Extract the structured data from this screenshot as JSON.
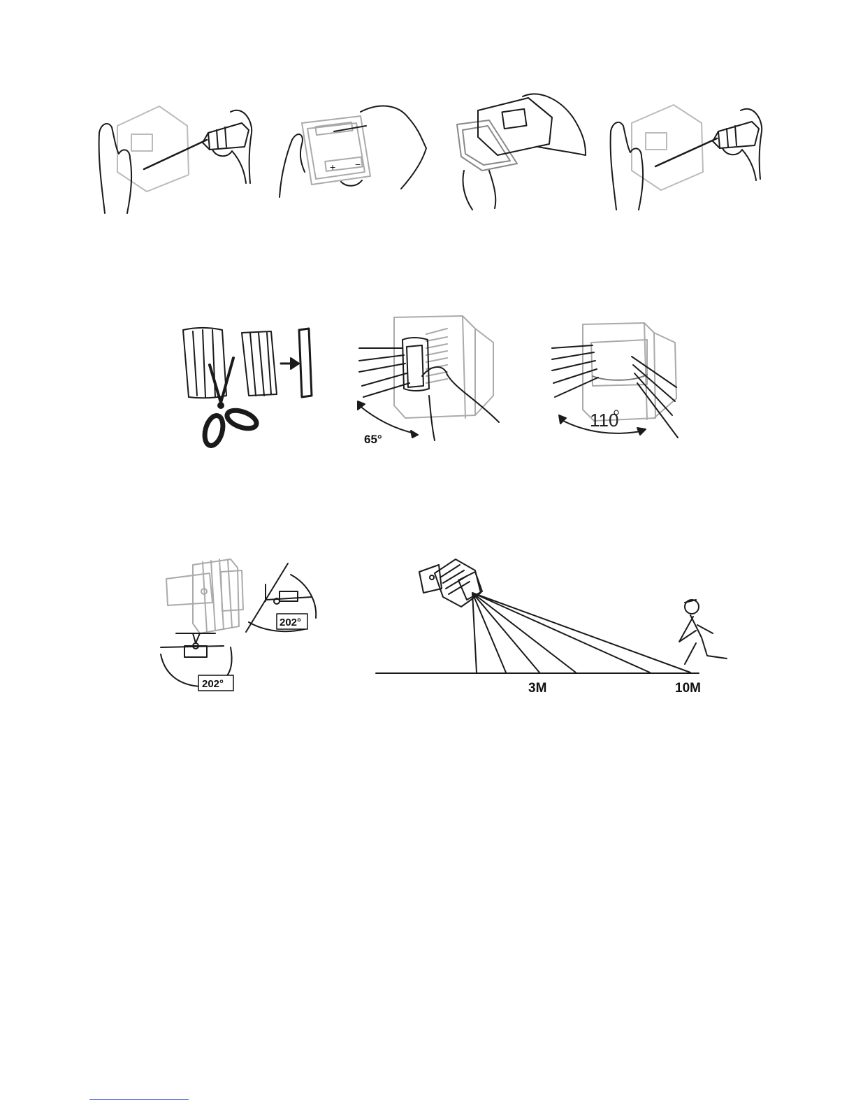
{
  "labels": {
    "pan_angle": "65°",
    "detection_angle": "110",
    "side_angle": "202°",
    "bottom_angle": "202°",
    "range_near": "3M",
    "range_far": "10M"
  },
  "icons": [
    "screwdriver-hand-icon",
    "battery-compartment-icon",
    "cover-removal-icon",
    "scissors-icon",
    "lens-mask-strip-icon",
    "pir-sensor-icon",
    "walking-person-icon"
  ]
}
